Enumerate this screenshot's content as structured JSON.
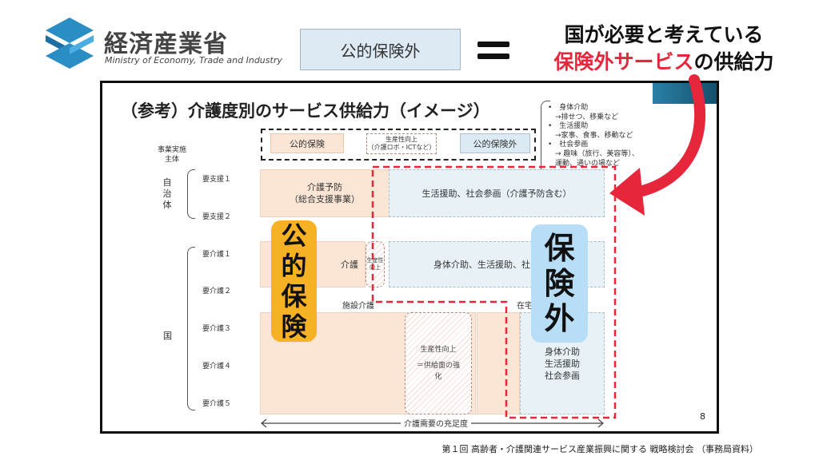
{
  "header": {
    "logo_name_ja": "経済産業省",
    "logo_name_en": "Ministry of Economy, Trade and Industry",
    "box_label": "公的保険外",
    "headline_line1": "国が必要と考えている",
    "headline_highlight": "保険外サービス",
    "headline_suffix": "の供給力",
    "colors": {
      "accent_red": "#e5263b",
      "logo_blue": "#2a8ec4"
    }
  },
  "slide": {
    "title": "（参考）介護度別のサービス供給力（イメージ）",
    "legend": {
      "public": "公的保険",
      "productivity_line1": "生産性向上",
      "productivity_line2": "（介護ロボ・ICTなど）",
      "non_public": "公的保険外"
    },
    "notes": [
      "•　身体介助",
      "　→排せつ、移乗など",
      "•　生活援助",
      "　→家事、食事、移動など",
      "•　社会参画",
      "　→ 趣味（旅行、美容等）、",
      "　運動、通いの場など"
    ],
    "entity_label_line1": "事業実施",
    "entity_label_line2": "主体",
    "municipality": [
      "自",
      "治",
      "体"
    ],
    "national": "国",
    "levels": [
      "要支援１",
      "要支援２",
      "要介護１",
      "要介護２",
      "要介護３",
      "要介護４",
      "要介護５"
    ],
    "prevention_line1": "介護予防",
    "prevention_line2": "（総合支援事業）",
    "support_row": "生活援助、社会参画（介護予防含む）",
    "care_left": "介護",
    "care_mid": "生産性向上",
    "care_row": "身体介助、生活援助、社",
    "facility_label": "施設介護",
    "home_label": "在宅",
    "hatch_line1": "生産性向上",
    "hatch_line2": "＝供給面の強",
    "hatch_line3": "化",
    "home_services": [
      "身体介助",
      "生活援助",
      "社会参画"
    ],
    "axis_label": "介護需要の充足度",
    "page_number": "8",
    "overlay_public": [
      "公",
      "的",
      "保",
      "険"
    ],
    "overlay_outside": [
      "保",
      "険",
      "外"
    ],
    "overlay_colors": {
      "public": "#f6b223",
      "outside": "#b8def7"
    }
  },
  "footer": "第１回 高齢者・介護関連サービス産業振興に関する 戦略検討会 （事務局資料）"
}
